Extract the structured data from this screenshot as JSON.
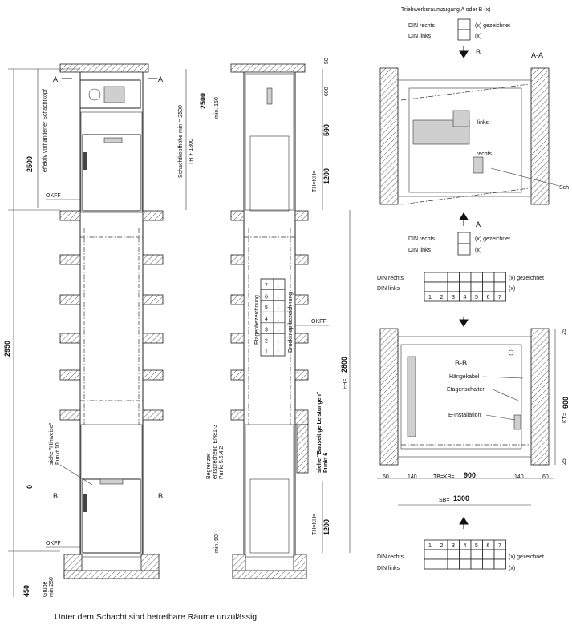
{
  "header": {
    "access_label": "Triebwerksraumzugang A oder B (x)",
    "din_rechts": "DIN rechts",
    "din_links": "DIN links",
    "x_gezeichnet": "(x) gezeichnet",
    "x": "(x)"
  },
  "elevation": {
    "section_mark_a": "A",
    "section_mark_b": "B",
    "okff": "OKFF",
    "schachtkopf_label": "effektiv vorhandener Schachtkopf",
    "schachtkopfhoehe_label": "Schachtkopfhöhe min.= 2500",
    "th_plus": "TH + 1300",
    "dim_2500_left": "2500",
    "dim_2500_right": "2500",
    "dim_2950": "2950",
    "dim_0": "0",
    "dim_450": "450",
    "grube_label": "Grube",
    "grube_min": "min.260",
    "hinweise_label": "siehe \"Hinweise\"",
    "hinweise_punkt": "Punkt 10"
  },
  "side": {
    "dim_50_top": "50",
    "dim_600": "600",
    "dim_150": "min. 150",
    "dim_590": "590",
    "dim_1200_top": "1200",
    "th_kh_top": "TH=KH=",
    "dim_1200_bottom": "1200",
    "th_kh_bottom": "TH=KH=",
    "dim_50_bottom": "min. 50",
    "fh_label": "FH=",
    "dim_2800": "2800",
    "okff": "OKFF",
    "etagen_label": "Etagenbezeichnung",
    "druckknopf_label": "Druckknopfbezeichnung",
    "floors": [
      "7",
      "6",
      "5",
      "4",
      "3",
      "2",
      "1"
    ],
    "arrows": [
      "↓",
      "↓",
      "↓",
      "↓",
      "↓",
      "↓",
      "↑"
    ],
    "begrenzer_1": "Begrenzer",
    "begrenzer_2": "entsprechend EN81-3",
    "begrenzer_3": "Punkt 5.6.4.2",
    "bauseitige_label": "siehe \"Bauseitige Leistungen\"",
    "bauseitige_punkt": "Punkt 6"
  },
  "plan_aa": {
    "title": "A-A",
    "arrow_b": "B",
    "arrow_a": "A",
    "links": "links",
    "rechts": "rechts",
    "schacht": "Sch"
  },
  "plan_bb": {
    "title": "B-B",
    "haengekabel": "Hängekabel",
    "etagenschalter": "Etagenschalter",
    "e_installation": "E-Installation",
    "dim_60_left": "60",
    "dim_140_left": "140",
    "tb_kb": "TB=KB=",
    "dim_900_w": "900",
    "dim_140_right": "140",
    "dim_60_right": "60",
    "sb": "SB=",
    "dim_1300": "1300",
    "dim_25_top": "25",
    "dim_900_h": "900",
    "kt": "KT=",
    "dim_25_bottom": "25"
  },
  "din_tables": {
    "numbers": [
      "1",
      "2",
      "3",
      "4",
      "5",
      "6",
      "7"
    ]
  },
  "footnote": "Unter dem Schacht sind betretbare Räume unzulässig."
}
